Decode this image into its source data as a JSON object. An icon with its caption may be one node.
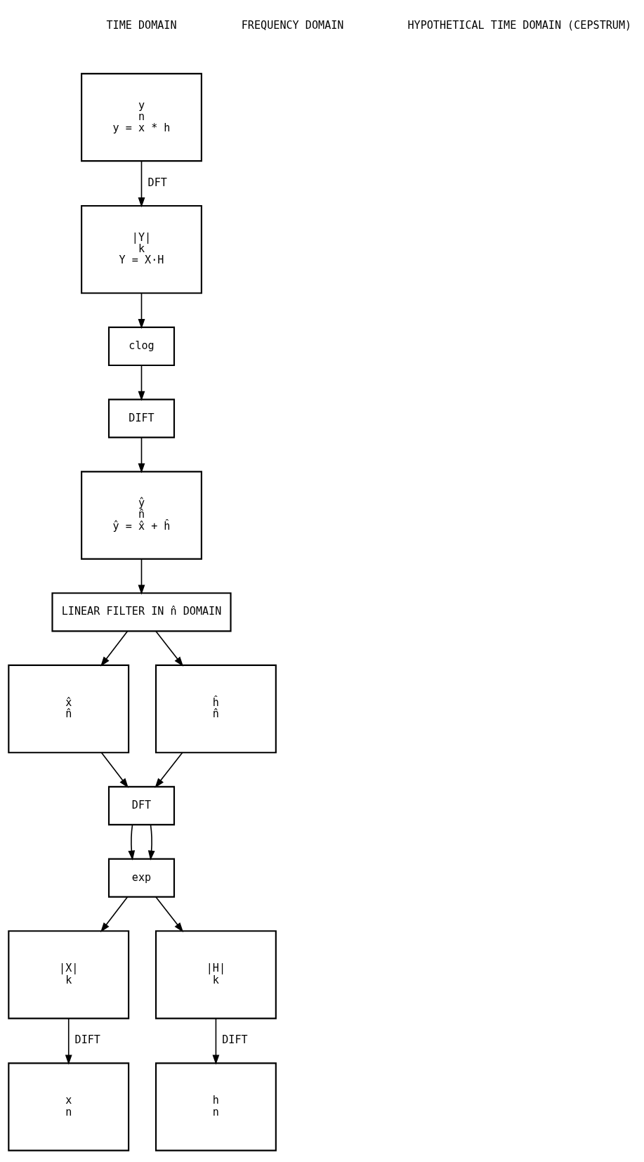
{
  "diagram": {
    "nodes": [
      {
        "text": [
          "y",
          "n",
          "y = x * h"
        ]
      },
      {
        "text": [
          "|Y|",
          "k",
          "Y = X·H"
        ]
      },
      {
        "text": [
          "clog"
        ]
      },
      {
        "text": [
          "DIFT"
        ]
      },
      {
        "text": [
          "ŷ",
          "n̂",
          "ŷ = x̂ + ĥ"
        ]
      },
      {
        "text": [
          "LINEAR FILTER IN n̂ DOMAIN"
        ]
      },
      {
        "text": [
          "x̂",
          "n̂"
        ]
      },
      {
        "text": [
          "ĥ",
          "n̂"
        ]
      },
      {
        "text": [
          "DFT"
        ]
      },
      {
        "text": [
          "exp"
        ]
      },
      {
        "text": [
          "|X|",
          "k"
        ]
      },
      {
        "text": [
          "|H|",
          "k"
        ]
      },
      {
        "text": [
          "x",
          "n"
        ]
      },
      {
        "text": [
          "h",
          "n"
        ]
      }
    ],
    "edges": [
      {
        "from": 0,
        "to": 1,
        "arrow": "to",
        "label": "DFT"
      },
      {
        "from": 1,
        "to": 2,
        "arrow": "to"
      },
      {
        "from": 2,
        "to": 3,
        "arrow": "to"
      },
      {
        "from": 3,
        "to": 4,
        "arrow": "to"
      },
      {
        "from": 4,
        "to": 5,
        "arrow": "to"
      },
      {
        "from": 5,
        "to": 6,
        "arrow": "to"
      },
      {
        "from": 5,
        "to": 7,
        "arrow": "to"
      },
      {
        "from": 6,
        "to": 8,
        "arrow": "to"
      },
      {
        "from": 7,
        "to": 8,
        "arrow": "to"
      },
      {
        "from": 8,
        "to": 9,
        "arrow": "to"
      },
      {
        "from": 8,
        "to": 9,
        "arrow": "to"
      },
      {
        "from": 9,
        "to": 10,
        "arrow": "to"
      },
      {
        "from": 9,
        "to": 11,
        "arrow": "to"
      },
      {
        "from": 10,
        "to": 12,
        "arrow": "to",
        "label": "DIFT"
      },
      {
        "from": 11,
        "to": 13,
        "arrow": "to",
        "label": "DIFT"
      }
    ],
    "labels": [
      "TIME DOMAIN",
      "FREQUENCY DOMAIN",
      "HYPOTHETICAL TIME DOMAIN (CEPSTRUM)"
    ]
  }
}
